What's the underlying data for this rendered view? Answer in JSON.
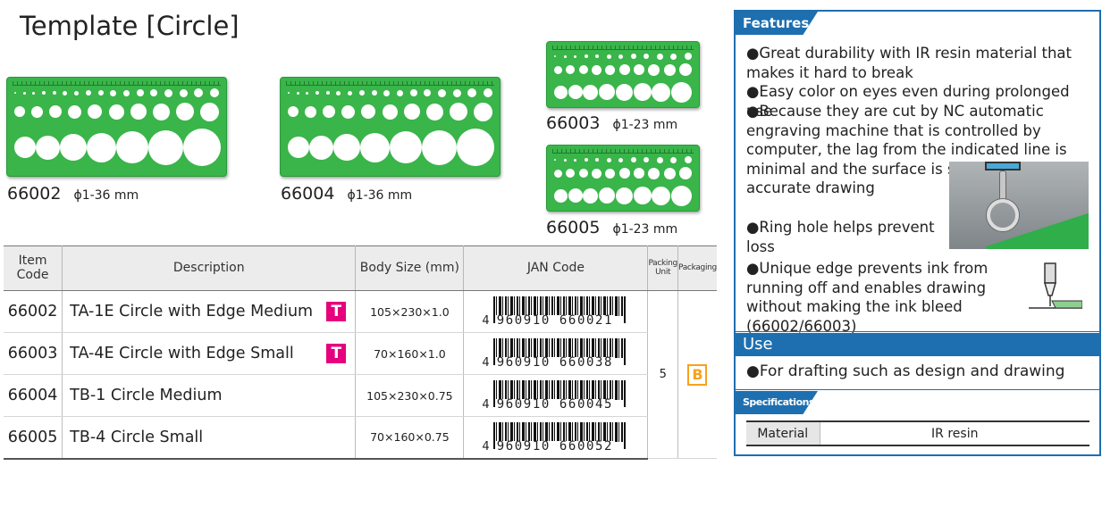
{
  "page": {
    "title": "Template [Circle]"
  },
  "products": [
    {
      "code": "66002",
      "range": "ϕ1-36 mm"
    },
    {
      "code": "66004",
      "range": "ϕ1-36 mm"
    },
    {
      "code": "66003",
      "range": "ϕ1-23 mm"
    },
    {
      "code": "66005",
      "range": "ϕ1-23 mm"
    }
  ],
  "table": {
    "headers": {
      "item_code": "Item Code",
      "description": "Description",
      "body_size": "Body Size (mm)",
      "jan": "JAN Code",
      "packing_unit": "Packing Unit",
      "packaging": "Packaging"
    },
    "rows": [
      {
        "code": "66002",
        "description": "TA-1E Circle with Edge Medium",
        "badge": "T",
        "size": "105×230×1.0",
        "jan_lead": "4",
        "jan": "960910 660021"
      },
      {
        "code": "66003",
        "description": "TA-4E Circle with Edge Small",
        "badge": "T",
        "size": "70×160×1.0",
        "jan_lead": "4",
        "jan": "960910 660038"
      },
      {
        "code": "66004",
        "description": "TB-1 Circle Medium",
        "badge": "",
        "size": "105×230×0.75",
        "jan_lead": "4",
        "jan": "960910 660045"
      },
      {
        "code": "66005",
        "description": "TB-4 Circle Small",
        "badge": "",
        "size": "70×160×0.75",
        "jan_lead": "4",
        "jan": "960910 660052"
      }
    ],
    "packing_unit": "5",
    "packaging_badge": "B"
  },
  "features": {
    "heading": "Features",
    "items": [
      "●Great durability with IR resin material that makes it hard to break",
      "●Easy color on eyes even during prolonged use",
      "●Because they are cut by NC automatic engraving machine that is controlled by computer, the lag from the indicated line is minimal and the surface is smooth for more accurate drawing",
      "●Ring hole helps prevent loss",
      "●Unique edge prevents ink from running off and enables drawing without making the ink bleed (66002/66003)"
    ]
  },
  "use": {
    "heading": "Use",
    "text": "●For drafting such as design and drawing"
  },
  "specifications": {
    "heading": "Specifications",
    "rows": [
      {
        "key": "Material",
        "value": "IR resin"
      }
    ]
  },
  "colors": {
    "accent_blue": "#1e6fb0",
    "template_green": "#39b54a",
    "badge_pink": "#e6007e",
    "badge_orange": "#f7a21b"
  }
}
